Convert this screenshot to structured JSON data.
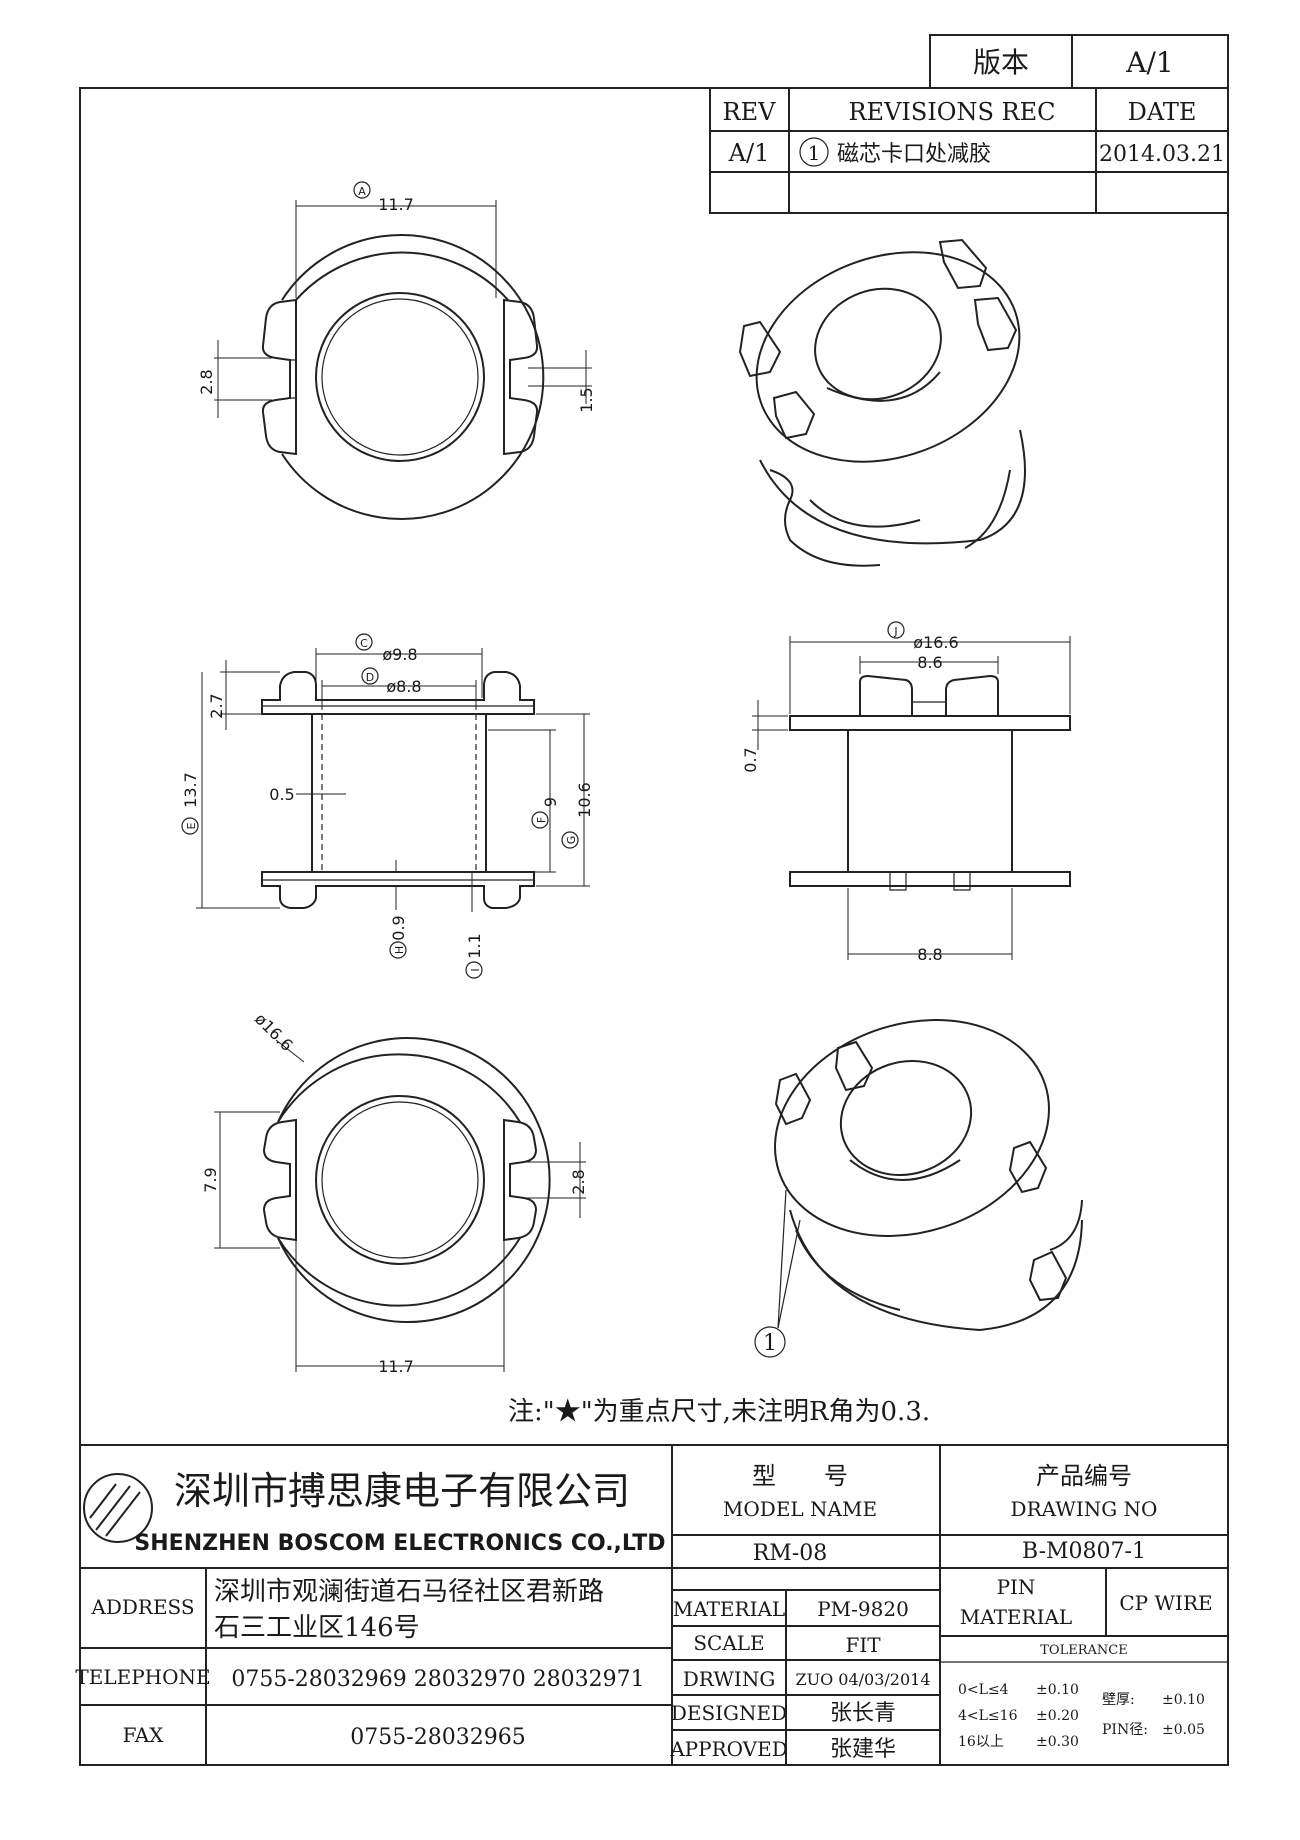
{
  "version_box": {
    "label": "版本",
    "value": "A/1"
  },
  "revisions": {
    "headers": {
      "rev": "REV",
      "rec": "REVISIONS REC",
      "date": "DATE"
    },
    "rows": [
      {
        "rev": "A/1",
        "mark": "1",
        "rec": "磁芯卡口处减胶",
        "date": "2014.03.21"
      }
    ]
  },
  "dims": {
    "top_view": {
      "width": "11.7",
      "slot_left": "2.8",
      "slot_right": "1.5",
      "tag": "A"
    },
    "side_view": {
      "c_dia": "ø9.8",
      "c_tag": "C",
      "d_dia": "ø8.8",
      "d_tag": "D",
      "top_h": "2.7",
      "total_h": "13.7",
      "e_tag": "E",
      "wall": "0.5",
      "inner_h": "9",
      "f_tag": "F",
      "outer_h": "10.6",
      "g_tag": "G",
      "flange_b": "0.9",
      "h_tag": "H",
      "flange_i": "1.1",
      "i_tag": "I"
    },
    "front_view": {
      "j_dia": "ø16.6",
      "j_tag": "J",
      "slot_w": "8.6",
      "gap": "0.7",
      "base_w": "8.8"
    },
    "bottom_view": {
      "dia": "ø16.6",
      "h_slot": "7.9",
      "slot": "2.8",
      "width": "11.7"
    },
    "callout": "1"
  },
  "note": "注:\"★\"为重点尺寸,未注明R角为0.3.",
  "title_block": {
    "company_cn": "深圳市搏思康电子有限公司",
    "company_en": "SHENZHEN BOSCOM ELECTRONICS CO.,LTD",
    "model_label_cn": "型　　号",
    "model_label_en": "MODEL NAME",
    "drawing_label_cn": "产品编号",
    "drawing_label_en": "DRAWING NO",
    "model_value": "RM-08",
    "drawing_value": "B-M0807-1",
    "address_label": "ADDRESS",
    "address_line1": "深圳市观澜街道石马径社区君新路",
    "address_line2": "石三工业区146号",
    "telephone_label": "TELEPHONE",
    "telephone_value": "0755-28032969 28032970 28032971",
    "fax_label": "FAX",
    "fax_value": "0755-28032965",
    "material_label": "MATERIAL",
    "material_value": "PM-9820",
    "scale_label": "SCALE",
    "scale_value": "FIT",
    "drawing_row_label": "DRWING",
    "drawing_row_value": "ZUO 04/03/2014",
    "designed_label": "DESIGNED",
    "designed_value": "张长青",
    "approved_label": "APPROVED",
    "approved_value": "张建华",
    "pin_material_label1": "PIN",
    "pin_material_label2": "MATERIAL",
    "pin_material_value": "CP WIRE",
    "tolerance_label": "TOLERANCE",
    "tol_rows": [
      {
        "range": "0<L≤4",
        "value": "±0.10"
      },
      {
        "range": "4<L≤16",
        "value": "±0.20"
      },
      {
        "range": "16以上",
        "value": "±0.30"
      }
    ],
    "wall_label": "壁厚:",
    "wall_value": "±0.10",
    "pin_dia_label": "PIN径:",
    "pin_dia_value": "±0.05"
  }
}
